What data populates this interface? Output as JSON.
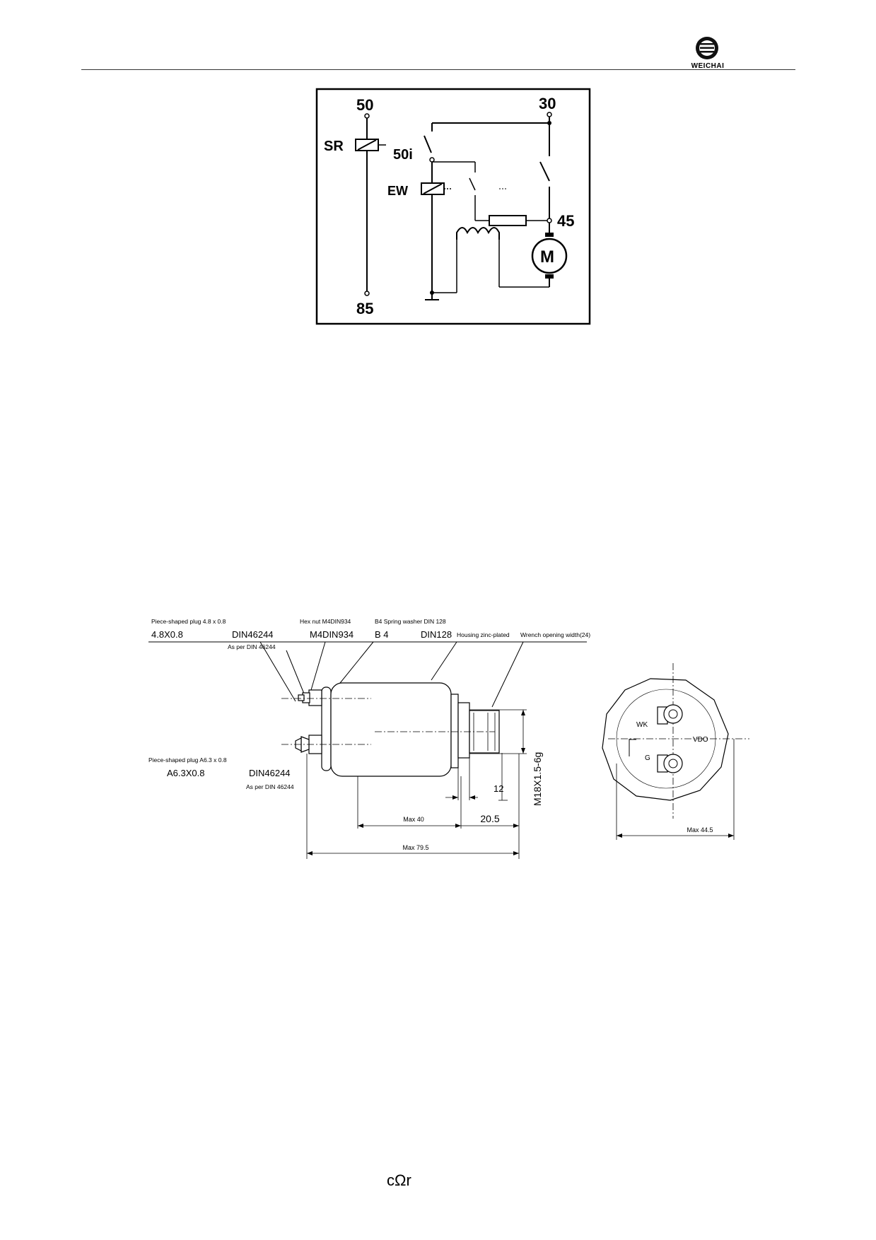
{
  "header": {
    "brand": "WEICHAI"
  },
  "circuit": {
    "terminal_50": "50",
    "terminal_30": "30",
    "terminal_50i": "50i",
    "terminal_45": "45",
    "terminal_85": "85",
    "label_sr": "SR",
    "label_ew": "EW",
    "motor": "M"
  },
  "drawing": {
    "plug1_desc": "Piece-shaped plug 4.8 x 0.8",
    "plug1_size": "4.8X0.8",
    "plug1_din": "DIN46244",
    "plug1_as_per": "As per DIN 46244",
    "hexnut_desc": "Hex nut M4DIN934",
    "hexnut_code": "M4DIN934",
    "washer_desc": "B4 Spring washer DIN 128",
    "washer_code": "B 4",
    "washer_din": "DIN128",
    "housing": "Housing zinc-plated",
    "wrench": "Wrench opening width(24)",
    "plug2_desc": "Piece-shaped plug A6.3 x 0.8",
    "plug2_size": "A6.3X0.8",
    "plug2_din": "DIN46244",
    "plug2_as_per": "As per DIN 46244",
    "dim_12": "12",
    "dim_thread": "M18X1.5-6g",
    "dim_max40": "Max 40",
    "dim_20_5": "20.5",
    "dim_max79_5": "Max 79.5",
    "dim_max44_5": "Max 44.5",
    "label_wk": "WK",
    "label_g": "G",
    "label_vdo": "VDO"
  },
  "footer": {
    "mark": "cΩr"
  }
}
